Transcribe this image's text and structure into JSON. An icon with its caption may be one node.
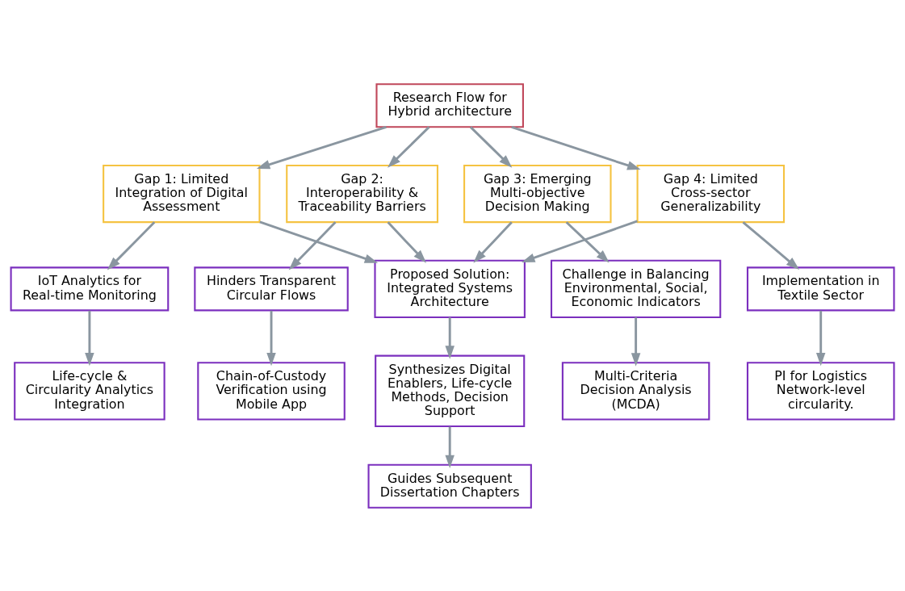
{
  "diagram": {
    "nodes": [
      {
        "text": [
          "Research Flow for Hybrid architecture"
        ]
      },
      {
        "text": [
          "Gap 1: Limited Integration of Digital Assessment"
        ]
      },
      {
        "text": [
          "Gap 2: Interoperability & Traceability Barriers"
        ]
      },
      {
        "text": [
          "Gap 3: Emerging Multi-objective Decision Making"
        ]
      },
      {
        "text": [
          "Gap 4: Limited Cross-sector Generalizability"
        ]
      },
      {
        "text": [
          "IoT Analytics for Real-time Monitoring"
        ]
      },
      {
        "text": [
          "Life-cycle & Circularity Analytics Integration"
        ]
      },
      {
        "text": [
          "Hinders Transparent Circular Flows"
        ]
      },
      {
        "text": [
          "Chain-of-Custody Verification using Mobile App"
        ]
      },
      {
        "text": [
          "Challenge in Balancing Environmental, Social, Economic Indicators"
        ]
      },
      {
        "text": [
          "Multi-Criteria Decision Analysis (MCDA)"
        ]
      },
      {
        "text": [
          "Proposed Solution: Integrated Systems Architecture"
        ]
      },
      {
        "text": [
          "Synthesizes Digital Enablers, Life-cycle Methods, Decision Support"
        ]
      },
      {
        "text": [
          "Guides Subsequent Dissertation Chapters"
        ]
      },
      {
        "text": [
          "Implementation in Textile Sector"
        ]
      },
      {
        "text": [
          "PI for Logistics Network-level circularity."
        ]
      }
    ],
    "edges": [
      {
        "from": 0,
        "to": 1,
        "arrow": "to"
      },
      {
        "from": 0,
        "to": 2,
        "arrow": "to"
      },
      {
        "from": 0,
        "to": 3,
        "arrow": "to"
      },
      {
        "from": 0,
        "to": 4,
        "arrow": "to"
      },
      {
        "from": 1,
        "to": 5,
        "arrow": "to"
      },
      {
        "from": 5,
        "to": 6,
        "arrow": "to"
      },
      {
        "from": 2,
        "to": 7,
        "arrow": "to"
      },
      {
        "from": 7,
        "to": 8,
        "arrow": "to"
      },
      {
        "from": 3,
        "to": 9,
        "arrow": "to"
      },
      {
        "from": 9,
        "to": 10,
        "arrow": "to"
      },
      {
        "from": 1,
        "to": 11,
        "arrow": "to"
      },
      {
        "from": 2,
        "to": 11,
        "arrow": "to"
      },
      {
        "from": 3,
        "to": 11,
        "arrow": "to"
      },
      {
        "from": 4,
        "to": 11,
        "arrow": "to"
      },
      {
        "from": 4,
        "to": 14,
        "arrow": "to"
      },
      {
        "from": 14,
        "to": 15,
        "arrow": "to"
      },
      {
        "from": 11,
        "to": 12,
        "arrow": "to"
      },
      {
        "from": 12,
        "to": 13,
        "arrow": "to"
      }
    ]
  }
}
